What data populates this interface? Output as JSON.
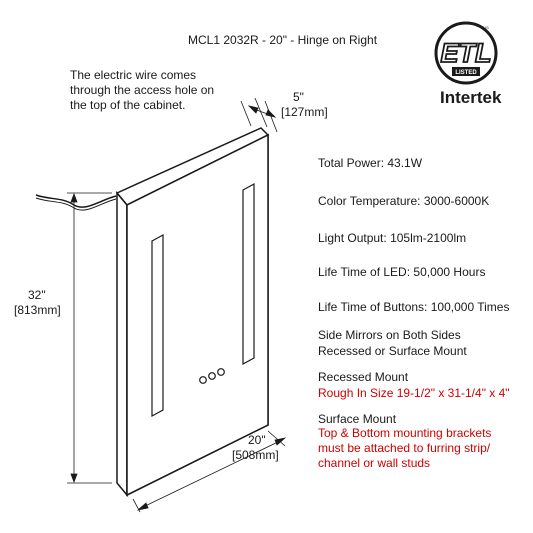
{
  "title": "MCL1 2032R - 20\" - Hinge on Right",
  "wire_note": [
    "The electric wire comes",
    "through the access hole on",
    "the top of the cabinet."
  ],
  "certification": {
    "mark": "ETL",
    "sub": "LISTED",
    "small": "US",
    "company": "Intertek"
  },
  "dimensions": {
    "depth": "5\"",
    "depth_mm": "[127mm]",
    "height": "32\"",
    "height_mm": "[813mm]",
    "width": "20\"",
    "width_mm": "[508mm]"
  },
  "specs": [
    {
      "label": "Total Power:",
      "value": "43.1W"
    },
    {
      "label": "Color Temperature:",
      "value": "3000-6000K"
    },
    {
      "label": "Light Output:",
      "value": "105lm-2100lm"
    },
    {
      "label": "Life Time of LED:",
      "value": "50,000 Hours"
    },
    {
      "label": "Life Time of Buttons:",
      "value": "100,000 Times"
    }
  ],
  "features": [
    "Side Mirrors on Both Sides",
    "Recessed or Surface Mount"
  ],
  "recessed": {
    "heading": "Recessed Mount",
    "detail": "Rough In Size 19-1/2\" x 31-1/4\" x 4\""
  },
  "surface": {
    "heading": "Surface Mount",
    "detail": [
      "Top & Bottom mounting brackets",
      "must be attached to furring strip/",
      "channel or wall studs"
    ]
  },
  "colors": {
    "text": "#1a1a1a",
    "warning": "#d00000"
  }
}
